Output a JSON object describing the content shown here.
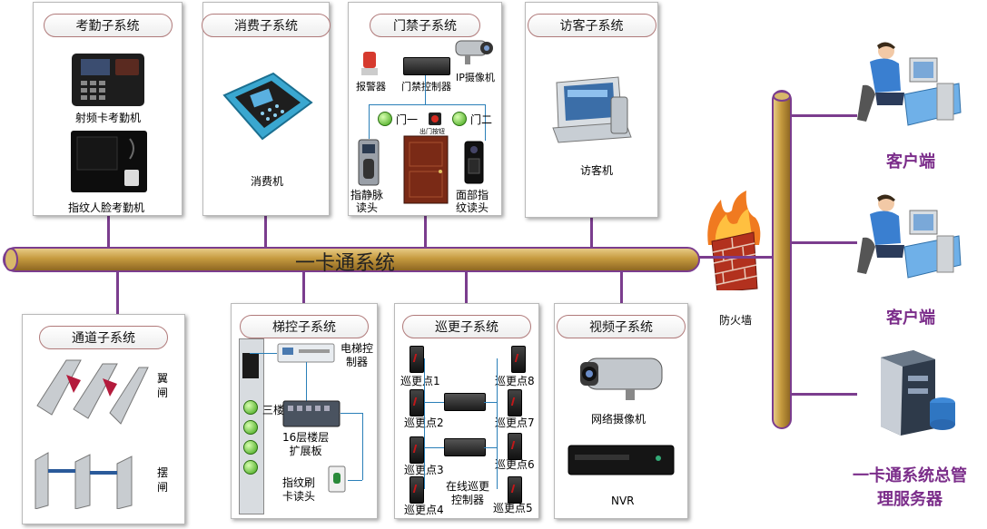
{
  "bus": {
    "main_label": "一卡通系统"
  },
  "panels": {
    "attendance": {
      "title": "考勤子系统",
      "rf_label": "射频卡考勤机",
      "face_label": "指纹人脸考勤机"
    },
    "consume": {
      "title": "消费子系统",
      "pos_label": "消费机"
    },
    "access": {
      "title": "门禁子系统",
      "alarm_label": "报警器",
      "controller_label": "门禁控制器",
      "ipcam_label": "IP摄像机",
      "door1_label": "门一",
      "door2_label": "门二",
      "exit_label": "出门按钮",
      "fp_reader_label": "指静脉\n读头",
      "face_reader_label": "面部指\n纹读头"
    },
    "visitor": {
      "title": "访客子系统",
      "kiosk_label": "访客机"
    },
    "channel": {
      "title": "通道子系统",
      "wing_label": "翼\n闸",
      "swing_label": "摆\n闸"
    },
    "elevator": {
      "title": "梯控子系统",
      "ctrl_label": "电梯控\n制器",
      "floor_label": "三楼",
      "ext_label": "16层楼层\n扩展板",
      "reader_label": "指纹刷\n卡读头"
    },
    "patrol": {
      "title": "巡更子系统",
      "points_left": [
        "巡更点1",
        "巡更点2",
        "巡更点3",
        "巡更点4"
      ],
      "points_right": [
        "巡更点8",
        "巡更点7",
        "巡更点6",
        "巡更点5"
      ],
      "ctrl_label": "在线巡更\n控制器"
    },
    "video": {
      "title": "视频子系统",
      "cam_label": "网络摄像机",
      "nvr_label": "NVR"
    }
  },
  "network": {
    "firewall_label": "防火墙",
    "client1_label": "客户端",
    "client2_label": "客户端",
    "server_label": "一卡通系统总管\n理服务器"
  },
  "colors": {
    "bus": "#c49a3a",
    "connector": "#7b3d8e",
    "label_purple": "#7b2d8a"
  }
}
